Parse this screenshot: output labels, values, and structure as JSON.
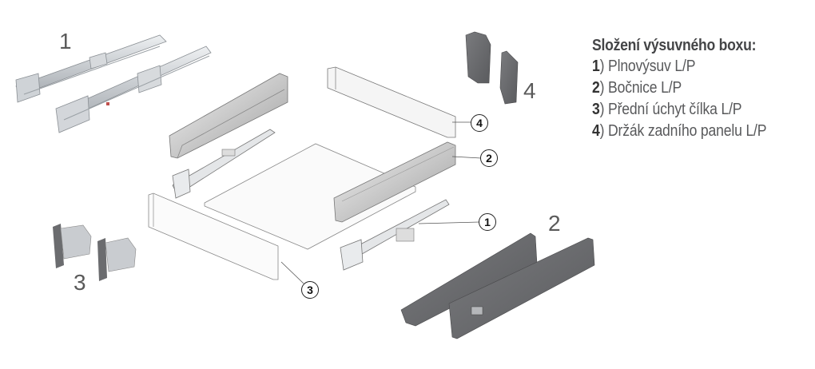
{
  "legend": {
    "title": "Složení výsuvného boxu:",
    "items": [
      {
        "num": "1",
        "text": ") Plnovýsuv L/P"
      },
      {
        "num": "2",
        "text": ") Bočnice L/P"
      },
      {
        "num": "3",
        "text": ") Přední úchyt čílka L/P"
      },
      {
        "num": "4",
        "text": ") Držák zadního panelu L/P"
      }
    ]
  },
  "part_labels": {
    "runners": "1",
    "side_panels": "2",
    "front_brackets": "3",
    "back_holders": "4"
  },
  "callouts": {
    "runner": "1",
    "side_panel": "2",
    "front_bracket": "3",
    "back_holder": "4"
  },
  "colors": {
    "metal_light": "#d4d7da",
    "metal_mid": "#b9bec3",
    "anthracite": "#6e6f72",
    "anthracite_dark": "#555659",
    "text": "#58595b"
  }
}
